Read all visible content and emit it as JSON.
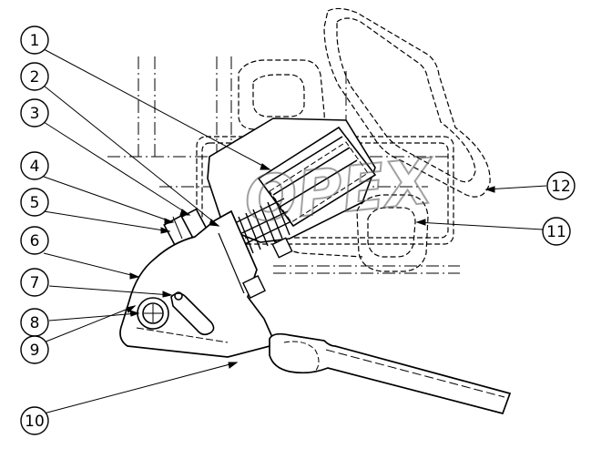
{
  "diagram": {
    "callouts": [
      {
        "id": "c1",
        "label": "1"
      },
      {
        "id": "c2",
        "label": "2"
      },
      {
        "id": "c3",
        "label": "3"
      },
      {
        "id": "c4",
        "label": "4"
      },
      {
        "id": "c5",
        "label": "5"
      },
      {
        "id": "c6",
        "label": "6"
      },
      {
        "id": "c7",
        "label": "7"
      },
      {
        "id": "c8",
        "label": "8"
      },
      {
        "id": "c9",
        "label": "9"
      },
      {
        "id": "c10",
        "label": "10"
      },
      {
        "id": "c11",
        "label": "11"
      },
      {
        "id": "c12",
        "label": "12"
      }
    ],
    "watermark": "OPEX",
    "colors": {
      "line": "#000000",
      "watermark": "#9a9a9a",
      "background": "#ffffff"
    }
  }
}
